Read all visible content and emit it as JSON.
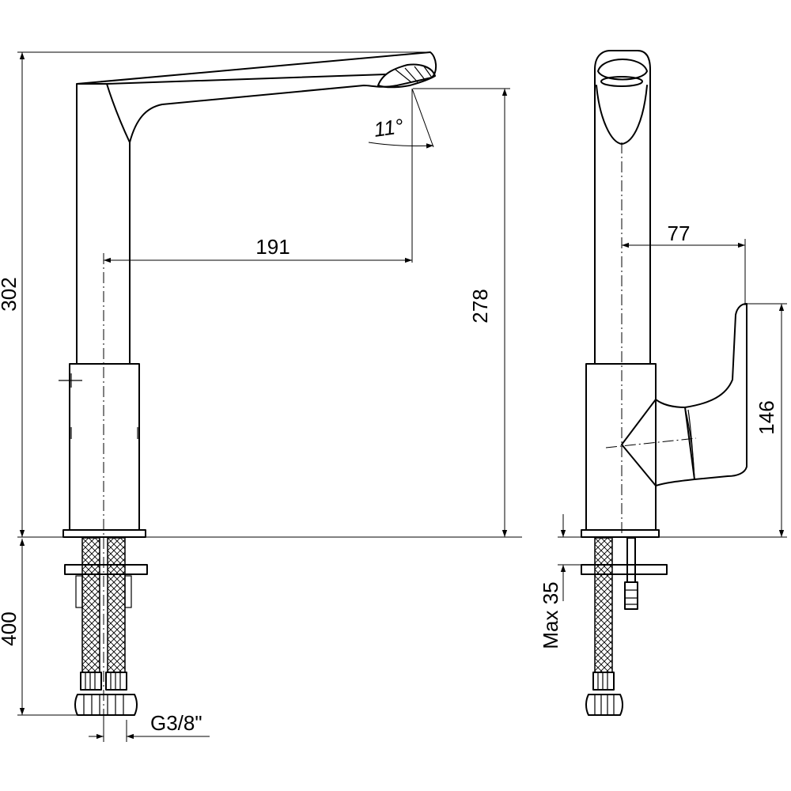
{
  "dimensions": {
    "front_height": "302",
    "hose_length": "400",
    "spout_reach": "191",
    "outlet_height": "278",
    "spout_angle": "11°",
    "connection_thread": "G3/8\"",
    "side_offset": "77",
    "lever_height": "146",
    "max_deck_thickness": "Max 35"
  }
}
